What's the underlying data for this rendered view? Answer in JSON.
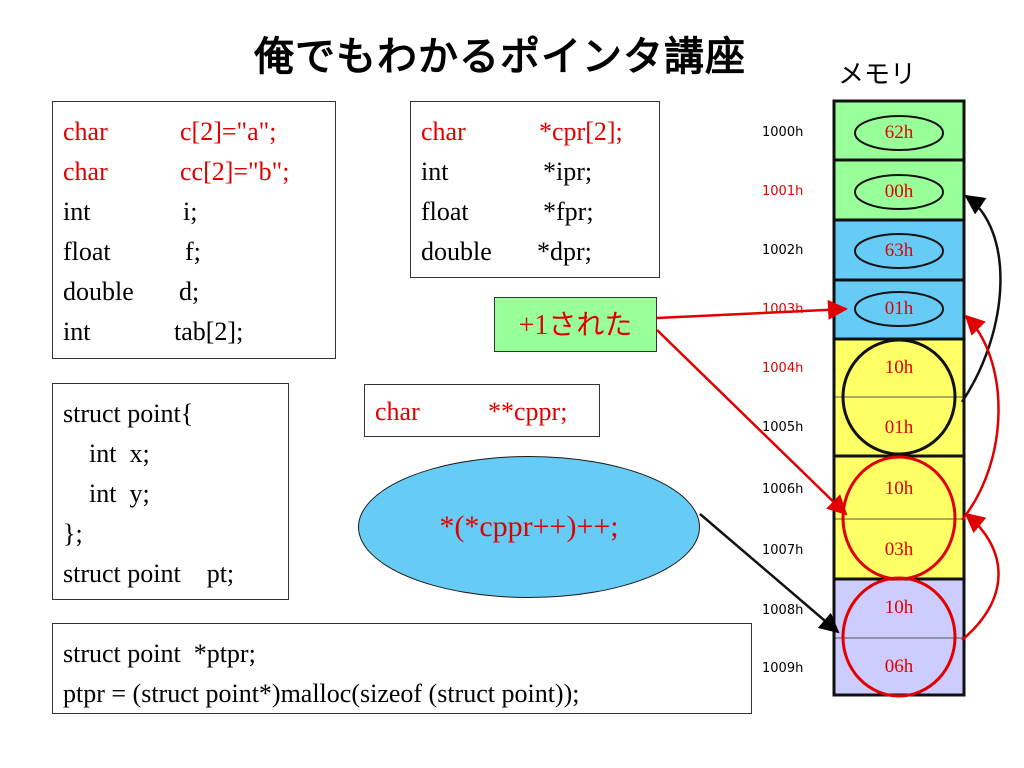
{
  "title": "俺でもわかるポインタ講座",
  "memory_label": "メモリ",
  "box1": {
    "lines": [
      {
        "type": "char",
        "name": "c[2]=\"a\";",
        "red": true
      },
      {
        "type": "char",
        "name": "cc[2]=\"b\";",
        "red": true
      },
      {
        "type": "int",
        "name": "i;",
        "red": false
      },
      {
        "type": "float",
        "name": "f;",
        "red": false
      },
      {
        "type": "double",
        "name": "d;",
        "red": false
      },
      {
        "type": "int",
        "name": "tab[2];",
        "red": false
      }
    ]
  },
  "box2": {
    "lines": [
      {
        "type": "char",
        "name": "*cpr[2];",
        "red": true
      },
      {
        "type": "int",
        "name": "*ipr;",
        "red": false
      },
      {
        "type": "float",
        "name": "*fpr;",
        "red": false
      },
      {
        "type": "double",
        "name": "*dpr;",
        "red": false
      }
    ]
  },
  "box3": {
    "lines": [
      "struct point{",
      "    int  x;",
      "    int  y;",
      "};",
      "struct point    pt;"
    ]
  },
  "box4": {
    "type": "char",
    "name": "**cppr;"
  },
  "box5": {
    "lines": [
      "struct point  *ptpr;",
      "ptpr = (struct point*)malloc(sizeof (struct point));"
    ]
  },
  "plus1_label": {
    "num": "+1",
    "text": "された"
  },
  "ellipse_text": "*(*cppr++)++;",
  "memory": [
    {
      "addr": "1000h",
      "value": "62h",
      "addr_red": false,
      "color": "#99ff99"
    },
    {
      "addr": "1001h",
      "value": "00h",
      "addr_red": true,
      "color": "#99ff99"
    },
    {
      "addr": "1002h",
      "value": "63h",
      "addr_red": false,
      "color": "#66ccf5"
    },
    {
      "addr": "1003h",
      "value": "01h",
      "addr_red": true,
      "color": "#66ccf5"
    },
    {
      "addr": "1004h",
      "value": "10h",
      "addr_red": true,
      "color": "#ffff66"
    },
    {
      "addr": "1005h",
      "value": "01h",
      "addr_red": false,
      "color": "#ffff66"
    },
    {
      "addr": "1006h",
      "value": "10h",
      "addr_red": false,
      "color": "#ffff66"
    },
    {
      "addr": "1007h",
      "value": "03h",
      "addr_red": false,
      "color": "#ffff66"
    },
    {
      "addr": "1008h",
      "value": "10h",
      "addr_red": false,
      "color": "#ccccff"
    },
    {
      "addr": "1009h",
      "value": "06h",
      "addr_red": false,
      "color": "#ccccff"
    }
  ],
  "colors": {
    "accent_red": "#e00000",
    "green": "#99ff99",
    "blue": "#66ccf5",
    "yellow": "#ffff66",
    "lavender": "#ccccff"
  }
}
